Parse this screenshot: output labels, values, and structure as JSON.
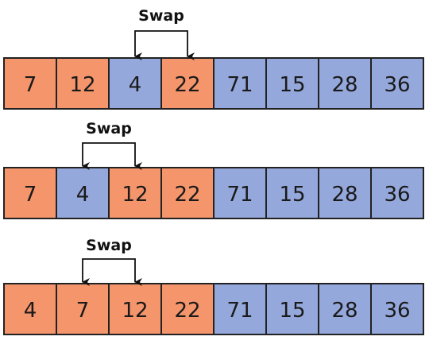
{
  "colors": {
    "orange": "#F4956C",
    "blue": "#95A8DC",
    "border": "#222222",
    "arrow": "#111111"
  },
  "rows": [
    {
      "label": "Swap",
      "swap": [
        2,
        3
      ],
      "cells": [
        {
          "value": "7",
          "color": "orange"
        },
        {
          "value": "12",
          "color": "orange"
        },
        {
          "value": "4",
          "color": "blue"
        },
        {
          "value": "22",
          "color": "orange"
        },
        {
          "value": "71",
          "color": "blue"
        },
        {
          "value": "15",
          "color": "blue"
        },
        {
          "value": "28",
          "color": "blue"
        },
        {
          "value": "36",
          "color": "blue"
        }
      ]
    },
    {
      "label": "Swap",
      "swap": [
        1,
        2
      ],
      "cells": [
        {
          "value": "7",
          "color": "orange"
        },
        {
          "value": "4",
          "color": "blue"
        },
        {
          "value": "12",
          "color": "orange"
        },
        {
          "value": "22",
          "color": "orange"
        },
        {
          "value": "71",
          "color": "blue"
        },
        {
          "value": "15",
          "color": "blue"
        },
        {
          "value": "28",
          "color": "blue"
        },
        {
          "value": "36",
          "color": "blue"
        }
      ]
    },
    {
      "label": "Swap",
      "swap": [
        1,
        2
      ],
      "cells": [
        {
          "value": "4",
          "color": "orange"
        },
        {
          "value": "7",
          "color": "orange"
        },
        {
          "value": "12",
          "color": "orange"
        },
        {
          "value": "22",
          "color": "orange"
        },
        {
          "value": "71",
          "color": "blue"
        },
        {
          "value": "15",
          "color": "blue"
        },
        {
          "value": "28",
          "color": "blue"
        },
        {
          "value": "36",
          "color": "blue"
        }
      ]
    }
  ]
}
